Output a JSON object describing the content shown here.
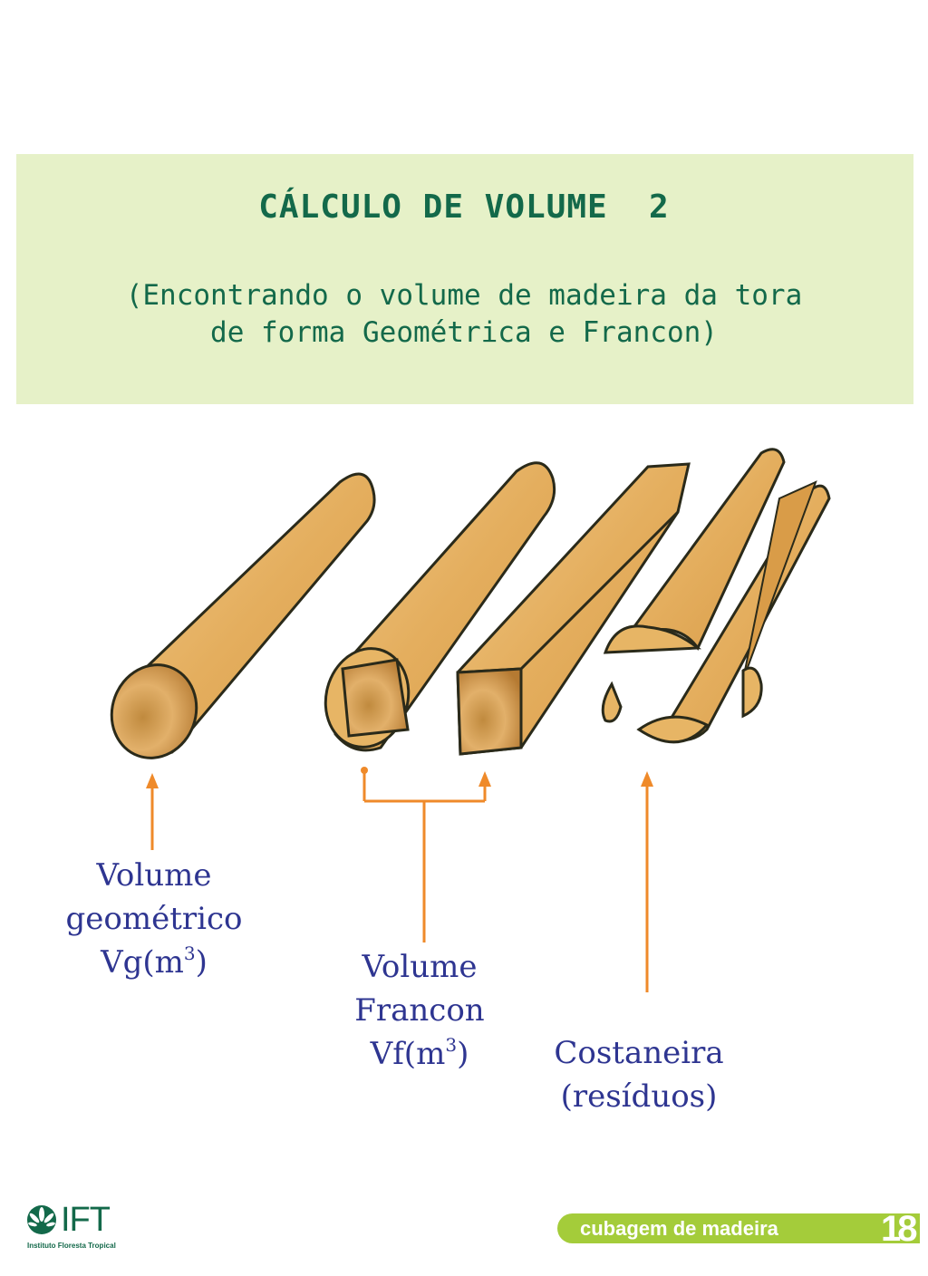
{
  "header": {
    "title": "CÁLCULO DE VOLUME  2",
    "subtitle_line1": "(Encontrando o volume de madeira da tora",
    "subtitle_line2": "de forma Geométrica e Francon)",
    "background_color": "#e6f1c8",
    "text_color": "#13694a"
  },
  "illustration": {
    "items": [
      {
        "id": "round-log",
        "description": "Tora roliça (cilindro inteiro)"
      },
      {
        "id": "log-with-square",
        "description": "Tora com seção quadrada inscrita"
      },
      {
        "id": "squared-beam",
        "description": "Bloco esquadrejado"
      },
      {
        "id": "slabs",
        "description": "Costaneiras separadas"
      }
    ],
    "wood_color": "#e7b565",
    "outline_color": "#2a2a1a",
    "arrow_color": "#ef8a2a"
  },
  "labels": {
    "vg": {
      "line1": "Volume",
      "line2": "geométrico",
      "line3_base": "Vg(m",
      "line3_sup": "3",
      "line3_end": ")"
    },
    "vf": {
      "line1": "Volume",
      "line2": "Francon",
      "line3_base": "Vf(m",
      "line3_sup": "3",
      "line3_end": ")"
    },
    "cost": {
      "line1": "Costaneira",
      "line2": "(resíduos)"
    },
    "text_color": "#2e3591"
  },
  "footer": {
    "logo_text": "IFT",
    "logo_subtitle": "Instituto Floresta Tropical",
    "section_label": "cubagem de madeira",
    "page_number": "18",
    "bar_color": "#a4cc3a"
  }
}
